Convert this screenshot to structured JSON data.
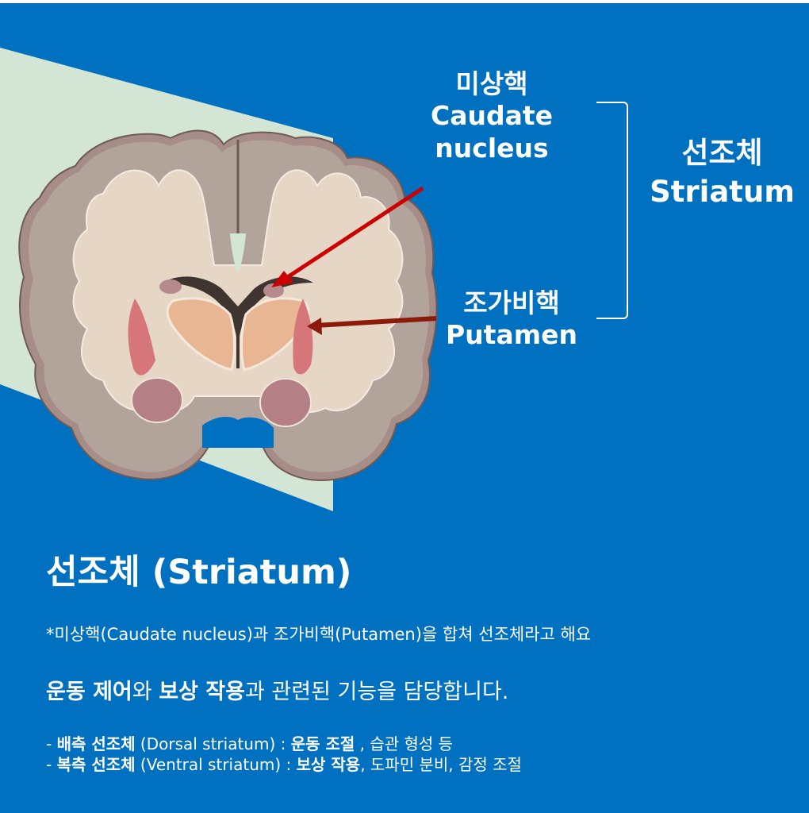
{
  "colors": {
    "background": "#0070c0",
    "wedge": "#d3e6d5",
    "cortex": "#b0a098",
    "white_matter": "#e6d6c6",
    "outline": "#7c6660",
    "arrow_caudate": "#cc0000",
    "arrow_putamen": "#8b1a0a",
    "text": "#ffffff"
  },
  "labels": {
    "caudate": {
      "ko": "미상핵",
      "en_line1": "Caudate",
      "en_line2": "nucleus"
    },
    "putamen": {
      "ko": "조가비핵",
      "en": "Putamen"
    },
    "striatum": {
      "ko": "선조체",
      "en": "Striatum"
    }
  },
  "title": "선조체 (Striatum)",
  "note": "*미상핵(Caudate nucleus)과 조가비핵(Putamen)을 합쳐 선조체라고 해요",
  "main_sentence": {
    "part1_bold": "운동 제어",
    "part2": "와 ",
    "part3_bold": "보상 작용",
    "part4": "과 관련된 기능을 담당합니다."
  },
  "list": [
    {
      "prefix": "- ",
      "name_bold": "배측 선조체",
      "latin": " (Dorsal striatum) : ",
      "role_bold": "운동 조절",
      "rest": " , 습관 형성 등"
    },
    {
      "prefix": "- ",
      "name_bold": "복측 선조체",
      "latin": " (Ventral striatum) : ",
      "role_bold": "보상 작용",
      "rest": ", 도파민 분비, 감정 조절"
    }
  ]
}
